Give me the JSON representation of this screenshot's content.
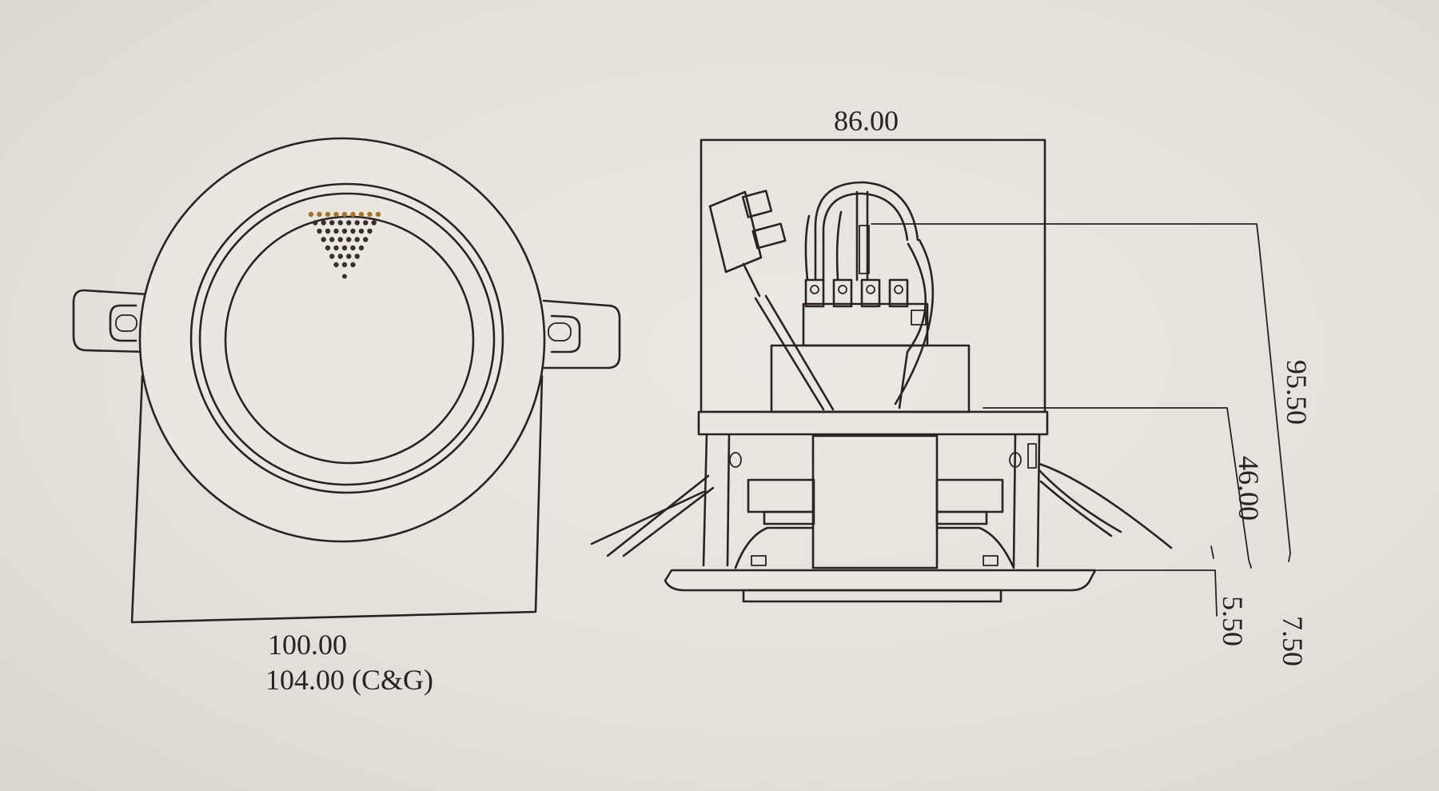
{
  "drawing": {
    "front_view": {
      "width_label": "100.00",
      "width_cg_label": "104.00 (C&G)"
    },
    "side_view": {
      "top_width_label": "86.00",
      "total_height_label": "95.50",
      "body_height_label": "46.00",
      "bezel_label_a": "7.50",
      "bezel_label_b": "5.50"
    },
    "colors": {
      "paper": "#e4e2da",
      "ink": "#2a2320",
      "led_dots": "#a8742c"
    }
  }
}
